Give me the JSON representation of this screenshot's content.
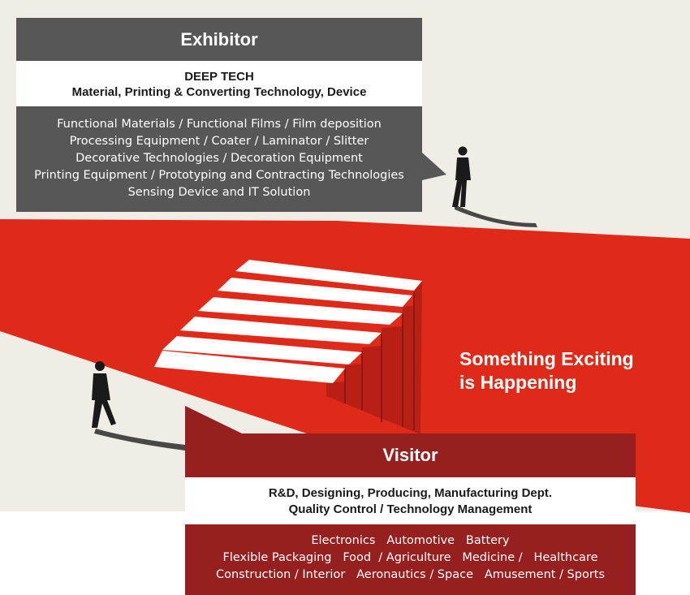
{
  "exhibitor": {
    "title": "Exhibitor",
    "subtitle_lines": [
      "DEEP TECH",
      "Material, Printing & Converting Technology, Device"
    ],
    "items": [
      "Functional Materials / Functional Films / Film deposition",
      "Processing Equipment / Coater / Laminator / Slitter",
      "Decorative Technologies / Decoration Equipment",
      "Printing Equipment / Prototyping and Contracting Technologies",
      "Sensing Device and IT Solution"
    ]
  },
  "tagline": [
    "Something Exciting",
    "is Happening"
  ],
  "visitor": {
    "title": "Visitor",
    "subtitle_lines": [
      "R&D, Designing, Producing, Manufacturing Dept.",
      "Quality Control / Technology Management"
    ],
    "items": [
      "Electronics   Automotive   Battery",
      "Flexible Packaging   Food  / Agriculture   Medicine /   Healthcare",
      "Construction / Interior   Aeronautics / Space   Amusement / Sports"
    ]
  },
  "colors": {
    "background": "#f0ede6",
    "red": "#e02a19",
    "dark_red": "#961f1f",
    "gray": "#575757"
  }
}
